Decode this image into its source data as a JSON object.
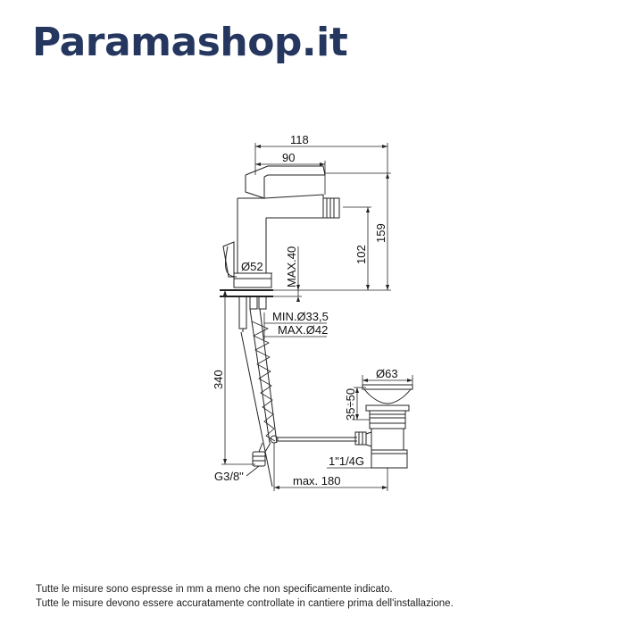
{
  "brand": {
    "name": "Paramashop.it",
    "color": "#25375f"
  },
  "dimensions": {
    "total_width": "118",
    "spout_reach": "90",
    "total_height": "159",
    "outlet_height": "102",
    "base_diameter": "Ø52",
    "max_deck": "MAX.40",
    "min_hole": "MIN.Ø33,5",
    "max_hole": "MAX.Ø42",
    "hose_length": "340",
    "connection": "G3/8\"",
    "waste_diameter": "Ø63",
    "waste_range": "35÷50",
    "waste_thread": "1\"1/4G",
    "rod_length": "max. 180"
  },
  "notes": [
    "Tutte le misure sono espresse in mm a meno che non specificamente indicato.",
    "Tutte le misure devono essere accuratamente controllate in cantiere prima dell'installazione."
  ]
}
